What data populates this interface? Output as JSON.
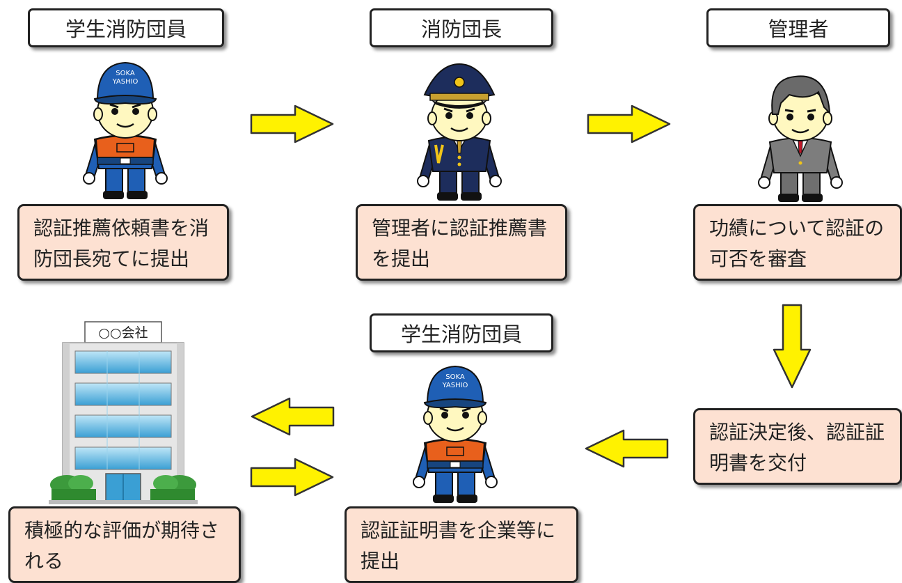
{
  "roles": {
    "student_top": "学生消防団員",
    "chief": "消防団長",
    "manager": "管理者",
    "student_bottom": "学生消防団員"
  },
  "steps": {
    "s1_line1": "認証推薦依頼書を消",
    "s1_line2": "防団長宛てに提出",
    "s2_line1": "管理者に認証推薦書",
    "s2_line2": "を提出",
    "s3_line1": "功績について認証の",
    "s3_line2": "可否を審査",
    "s4_line1": "認証決定後、認証証",
    "s4_line2": "明書を交付",
    "s5_line1": "認証証明書を企業等に",
    "s5_line2": "提出",
    "s6_line1": "積極的な評価が期待さ",
    "s6_line2": "れる"
  },
  "cap_text": {
    "line1": "SOKA",
    "line2": "YASHIO"
  },
  "building_sign": "○○会社",
  "colors": {
    "box_fill": "#fde1d2",
    "arrow_fill": "#fff200",
    "student_blue": "#1f5fb5",
    "vest_orange": "#e8601c",
    "chief_navy": "#1d2d5c",
    "manager_gray": "#7d7d7d"
  }
}
